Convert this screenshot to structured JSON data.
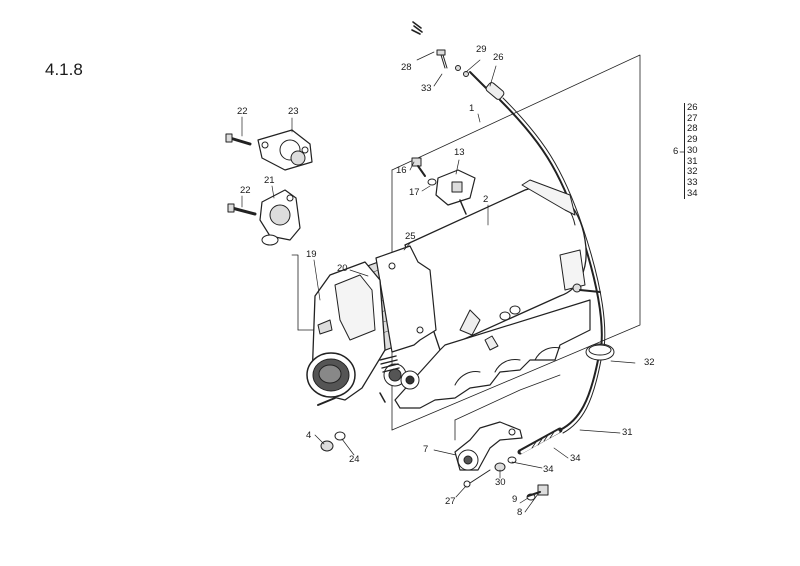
{
  "section_number": "4.1.8",
  "callouts": {
    "c1": "1",
    "c2": "2",
    "c4": "4",
    "c6": "6",
    "c7": "7",
    "c8": "8",
    "c9": "9",
    "c13": "13",
    "c16": "16",
    "c17": "17",
    "c19": "19",
    "c20": "20",
    "c21": "21",
    "c22a": "22",
    "c22b": "22",
    "c23": "23",
    "c24": "24",
    "c25": "25",
    "c26": "26",
    "c27": "27",
    "c28": "28",
    "c29": "29",
    "c30": "30",
    "c31": "31",
    "c32": "32",
    "c33": "33",
    "c34a": "34",
    "c34b": "34"
  },
  "kit_list": [
    "26",
    "27",
    "28",
    "29",
    "30",
    "31",
    "32",
    "33",
    "34"
  ]
}
